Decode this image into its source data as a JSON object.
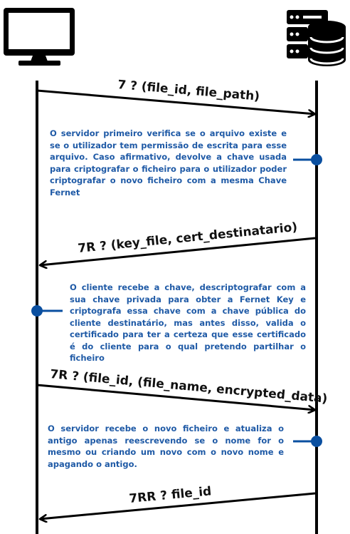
{
  "colors": {
    "lifeline": "#000000",
    "arrow": "#000000",
    "note_text": "#1f5aa6",
    "note_marker": "#0a4fa0",
    "icon": "#000000"
  },
  "icons": {
    "client": "computer-monitor-icon",
    "server": "server-database-icon"
  },
  "messages": [
    {
      "label": "7 ? (file_id, file_path)",
      "direction": "client-to-server"
    },
    {
      "label": "7R ? (key_file, cert_destinatario)",
      "direction": "server-to-client"
    },
    {
      "label": "7R ? (file_id, (file_name, encrypted_data)",
      "direction": "client-to-server"
    },
    {
      "label": "7RR ? file_id",
      "direction": "server-to-client"
    }
  ],
  "notes": [
    {
      "text": "O servidor primeiro verifica se o arquivo existe e se o utilizador tem permissão de escrita para esse arquivo. Caso afirmativo, devolve a chave usada para criptografar o ficheiro para o utilizador poder criptografar o novo ficheiro com a mesma Chave Fernet",
      "side": "server"
    },
    {
      "text": "O cliente recebe a chave, descriptografar com a sua chave privada para obter a Fernet Key e criptografa essa chave com a chave pública do cliente destinatário, mas antes disso, valida o certificado para ter a certeza que esse certificado é do cliente para o qual pretendo partilhar o ficheiro",
      "side": "client"
    },
    {
      "text": "O servidor recebe o novo ficheiro e atualiza o antigo apenas reescrevendo se o nome for o mesmo ou criando um novo com o novo nome e apagando o antigo.",
      "side": "server"
    }
  ]
}
